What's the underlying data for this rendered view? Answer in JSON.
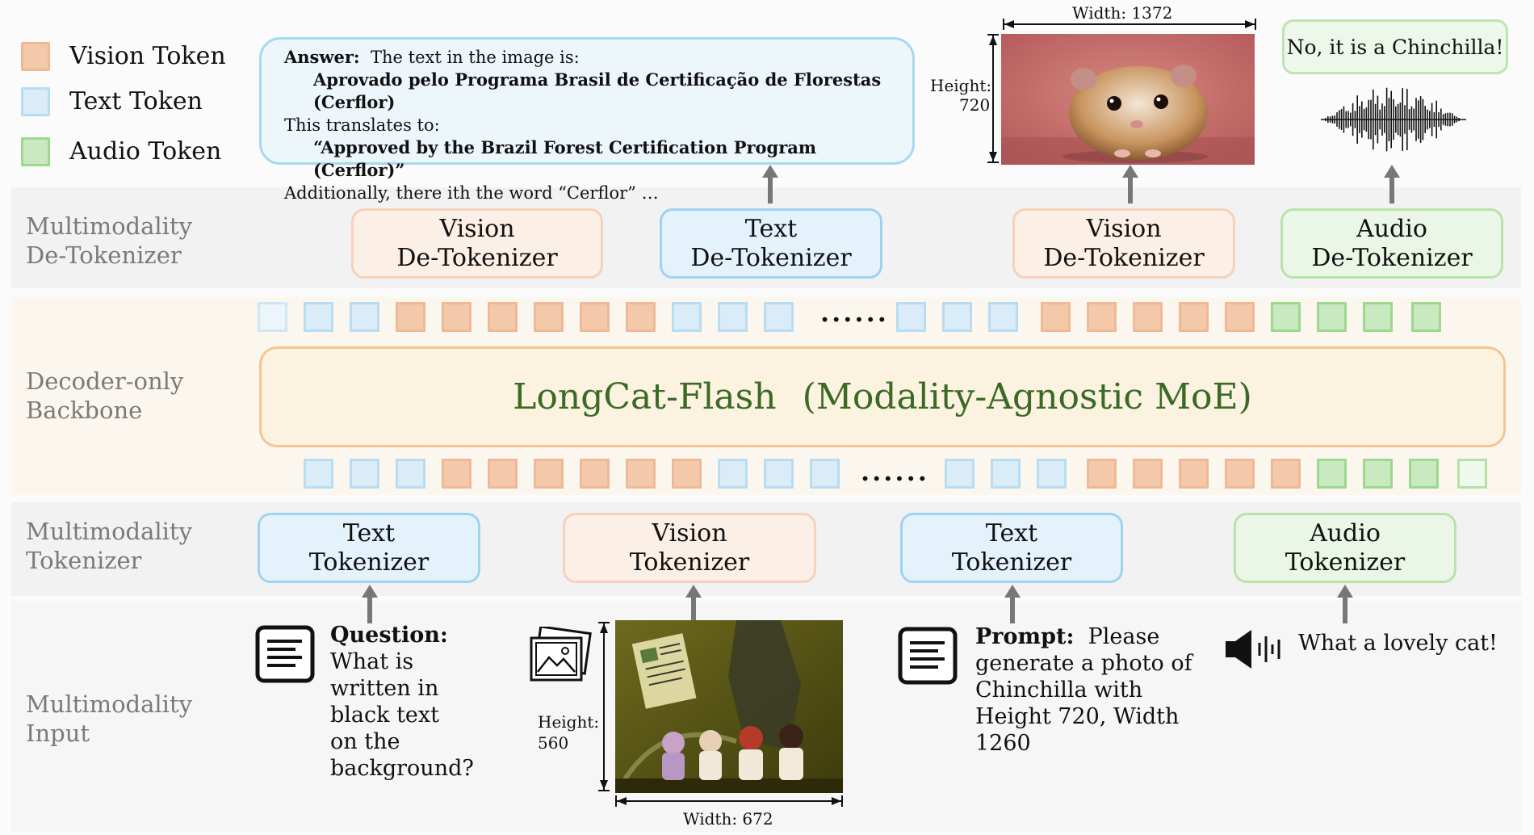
{
  "legend": [
    {
      "label": "Vision Token",
      "color": "#f4c9a9"
    },
    {
      "label": "Text Token",
      "color": "#d9ecf8"
    },
    {
      "label": "Audio Token",
      "color": "#c9eac0"
    }
  ],
  "rows": {
    "detokenizer": [
      "Multimodality",
      "De-Tokenizer"
    ],
    "backbone": [
      "Decoder-only",
      "Backbone"
    ],
    "tokenizer": [
      "Multimodality",
      "Tokenizer"
    ],
    "input": [
      "Multimodality",
      "Input"
    ]
  },
  "output": {
    "answer": {
      "label": "Answer:",
      "line1": "The text in the image is:",
      "line2": "Aprovado pelo Programa Brasil de Certificação de Florestas (Cerflor)",
      "line3": "This translates to:",
      "line4": "“Approved by the Brazil Forest Certification Program (Cerflor)”",
      "line5": "Additionally, there ith the word “Cerflor” …"
    },
    "image": {
      "width_label": "Width: 1372",
      "height_label": "Height:",
      "height_value": "720"
    },
    "speech": "No, it is a Chinchilla!"
  },
  "detokenizers": [
    {
      "line1": "Vision",
      "line2": "De-Tokenizer",
      "kind": "vision"
    },
    {
      "line1": "Text",
      "line2": "De-Tokenizer",
      "kind": "text"
    },
    {
      "line1": "Vision",
      "line2": "De-Tokenizer",
      "kind": "vision"
    },
    {
      "line1": "Audio",
      "line2": "De-Tokenizer",
      "kind": "audio"
    }
  ],
  "backbone": {
    "name": "LongCat-Flash",
    "subtitle": "(Modality-Agnostic MoE)"
  },
  "dots": "......",
  "tokenizers": [
    {
      "line1": "Text",
      "line2": "Tokenizer",
      "kind": "text"
    },
    {
      "line1": "Vision",
      "line2": "Tokenizer",
      "kind": "vision"
    },
    {
      "line1": "Text",
      "line2": "Tokenizer",
      "kind": "text"
    },
    {
      "line1": "Audio",
      "line2": "Tokenizer",
      "kind": "audio"
    }
  ],
  "inputs": {
    "question": {
      "label": "Question:",
      "lines": [
        "What is",
        "written in",
        "black text",
        "on the",
        "background?"
      ]
    },
    "image": {
      "height_label": "Height:",
      "height_value": "560",
      "width_label": "Width: 672"
    },
    "prompt": {
      "label": "Prompt:",
      "first": "Please",
      "lines": [
        "generate a photo of",
        "Chinchilla with",
        "Height 720, Width",
        "1260"
      ]
    },
    "audio": "What a lovely cat!"
  }
}
